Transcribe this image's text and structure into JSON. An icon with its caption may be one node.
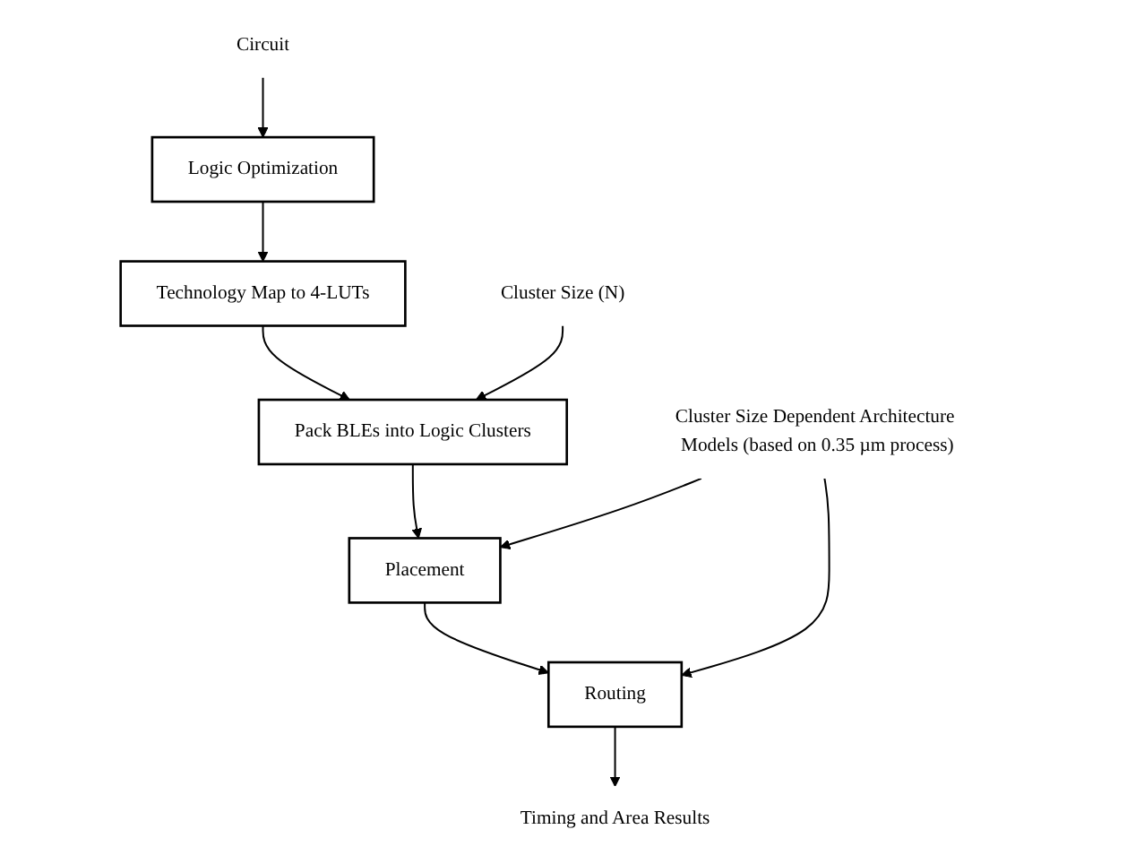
{
  "diagram": {
    "nodes": [
      {
        "text": [
          "Circuit"
        ]
      },
      {
        "text": [
          "Logic Optimization"
        ]
      },
      {
        "text": [
          "Technology Map to 4-LUTs"
        ]
      },
      {
        "text": [
          "Pack BLEs into Logic Clusters"
        ]
      },
      {
        "text": [
          "Placement"
        ]
      },
      {
        "text": [
          "Routing"
        ]
      },
      {
        "text": [
          "Timing and Area Results"
        ]
      },
      {
        "text": [
          "Cluster Size (N)"
        ]
      },
      {
        "text": [
          "Cluster Size Dependent Architecture Models (based on 0.35 µm process)"
        ]
      }
    ],
    "edges": [
      {
        "from": 0,
        "to": 1,
        "arrow": "to"
      },
      {
        "from": 1,
        "to": 2,
        "arrow": "to"
      },
      {
        "from": 2,
        "to": 3,
        "arrow": "to"
      },
      {
        "from": 3,
        "to": 4,
        "arrow": "to"
      },
      {
        "from": 4,
        "to": 5,
        "arrow": "to"
      },
      {
        "from": 5,
        "to": 6,
        "arrow": "to"
      },
      {
        "from": 7,
        "to": 3,
        "arrow": "to"
      },
      {
        "from": 8,
        "to": 4,
        "arrow": "to"
      },
      {
        "from": 8,
        "to": 5,
        "arrow": "to"
      }
    ]
  }
}
